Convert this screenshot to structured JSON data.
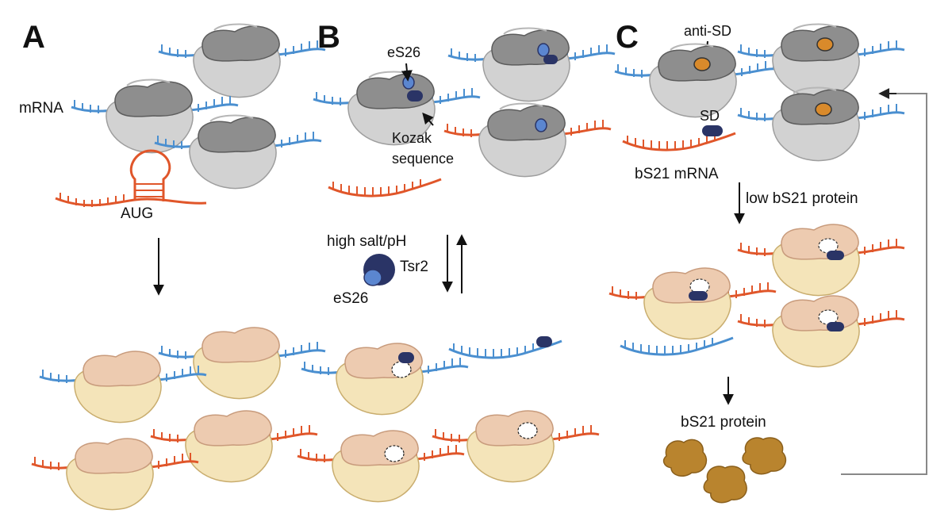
{
  "panels": {
    "a": {
      "letter": "A",
      "mrna_label": "mRNA",
      "start_codon_label": "AUG"
    },
    "b": {
      "letter": "B",
      "es26_label": "eS26",
      "kozak_label_line1": "Kozak",
      "kozak_label_line2": "sequence",
      "condition_label": "high salt/pH",
      "chaperone_label": "Tsr2",
      "free_es26_label": "eS26"
    },
    "c": {
      "letter": "C",
      "anti_sd_label": "anti-SD",
      "sd_label": "SD",
      "bs21_mrna_label": "bS21 mRNA",
      "low_protein_label": "low bS21 protein",
      "protein_label": "bS21 protein"
    }
  },
  "colors": {
    "mrna_blue": "#4a8fd0",
    "mrna_orange": "#e0562a",
    "ribosome_large_gray": "#8c8c8c",
    "ribosome_small_gray": "#cfcfcf",
    "ribosome_large_tan": "#ecc9ad",
    "ribosome_small_tan": "#f3e3b8",
    "es26_light": "#5b86d0",
    "tsr2_dark": "#2a3466",
    "anti_sd_orange": "#d98a2b",
    "protein_brown": "#b9842e"
  }
}
